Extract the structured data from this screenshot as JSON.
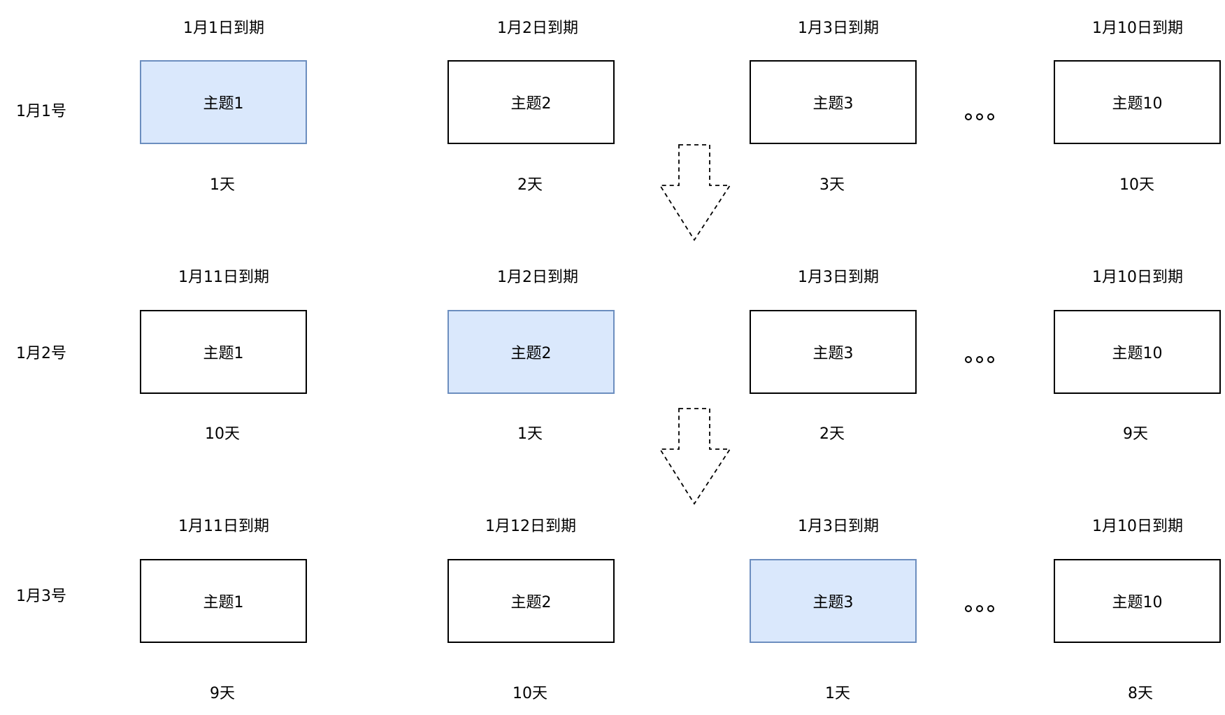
{
  "rows": [
    {
      "day_label": "1月1号",
      "topics": [
        {
          "name": "主题1",
          "expiry": "1月1日到期",
          "remaining": "1天",
          "highlight": true
        },
        {
          "name": "主题2",
          "expiry": "1月2日到期",
          "remaining": "2天",
          "highlight": false
        },
        {
          "name": "主题3",
          "expiry": "1月3日到期",
          "remaining": "3天",
          "highlight": false
        },
        {
          "name": "主题10",
          "expiry": "1月10日到期",
          "remaining": "10天",
          "highlight": false
        }
      ]
    },
    {
      "day_label": "1月2号",
      "topics": [
        {
          "name": "主题1",
          "expiry": "1月11日到期",
          "remaining": "10天",
          "highlight": false
        },
        {
          "name": "主题2",
          "expiry": "1月2日到期",
          "remaining": "1天",
          "highlight": true
        },
        {
          "name": "主题3",
          "expiry": "1月3日到期",
          "remaining": "2天",
          "highlight": false
        },
        {
          "name": "主题10",
          "expiry": "1月10日到期",
          "remaining": "9天",
          "highlight": false
        }
      ]
    },
    {
      "day_label": "1月3号",
      "topics": [
        {
          "name": "主题1",
          "expiry": "1月11日到期",
          "remaining": "9天",
          "highlight": false
        },
        {
          "name": "主题2",
          "expiry": "1月12日到期",
          "remaining": "10天",
          "highlight": false
        },
        {
          "name": "主题3",
          "expiry": "1月3日到期",
          "remaining": "1天",
          "highlight": true
        },
        {
          "name": "主题10",
          "expiry": "1月10日到期",
          "remaining": "8天",
          "highlight": false
        }
      ]
    }
  ],
  "colors": {
    "highlight_fill": "#dae8fc",
    "highlight_stroke": "#6c8ebf",
    "default_stroke": "#000000"
  },
  "icons": {
    "ellipsis": "ellipsis-icon",
    "transition_arrow": "dashed-down-arrow-icon"
  }
}
